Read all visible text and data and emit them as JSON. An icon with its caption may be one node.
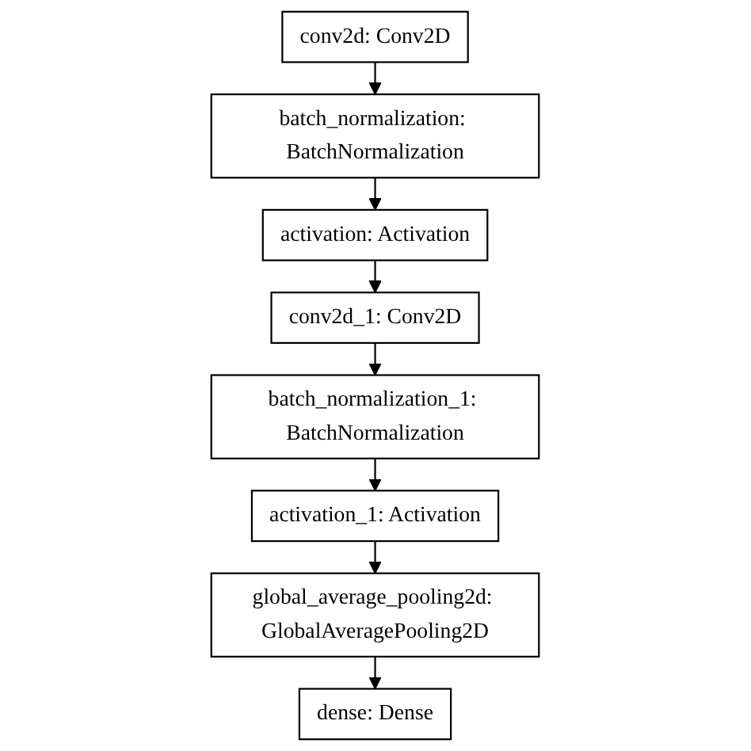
{
  "diagram": {
    "nodes": [
      {
        "text": [
          "conv2d: Conv2D"
        ]
      },
      {
        "text": [
          "batch_normalization: BatchNormalization"
        ]
      },
      {
        "text": [
          "activation: Activation"
        ]
      },
      {
        "text": [
          "conv2d_1: Conv2D"
        ]
      },
      {
        "text": [
          "batch_normalization_1: BatchNormalization"
        ]
      },
      {
        "text": [
          "activation_1: Activation"
        ]
      },
      {
        "text": [
          "global_average_pooling2d: GlobalAveragePooling2D"
        ]
      },
      {
        "text": [
          "dense: Dense"
        ]
      }
    ],
    "edges": [
      {
        "from": 0,
        "to": 1,
        "arrow": "to"
      },
      {
        "from": 1,
        "to": 2,
        "arrow": "to"
      },
      {
        "from": 2,
        "to": 3,
        "arrow": "to"
      },
      {
        "from": 3,
        "to": 4,
        "arrow": "to"
      },
      {
        "from": 4,
        "to": 5,
        "arrow": "to"
      },
      {
        "from": 5,
        "to": 6,
        "arrow": "to"
      },
      {
        "from": 6,
        "to": 7,
        "arrow": "to"
      }
    ]
  }
}
